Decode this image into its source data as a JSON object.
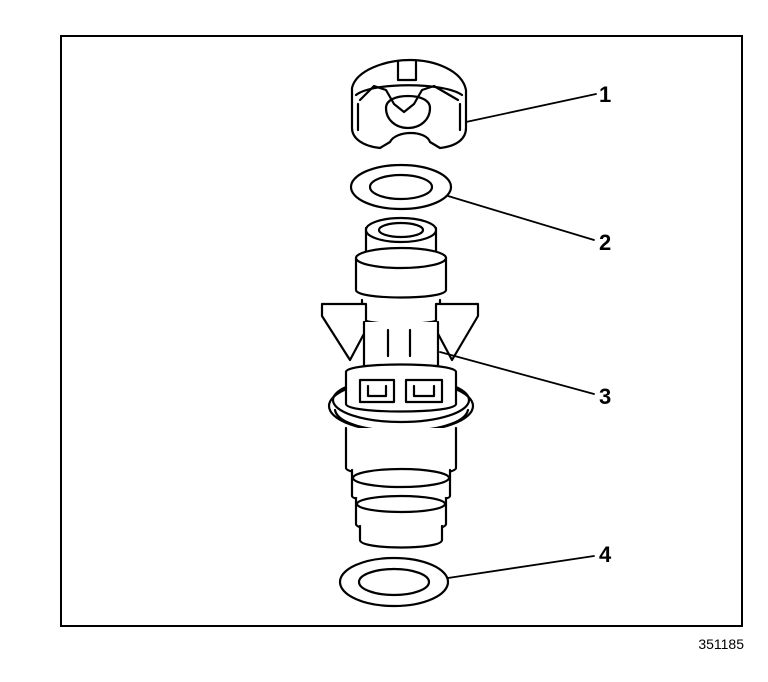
{
  "figure": {
    "callouts": [
      {
        "id": 1,
        "label": "1",
        "part": "retainer-clip"
      },
      {
        "id": 2,
        "label": "2",
        "part": "upper-o-ring"
      },
      {
        "id": 3,
        "label": "3",
        "part": "fuel-injector"
      },
      {
        "id": 4,
        "label": "4",
        "part": "lower-o-ring"
      }
    ],
    "figure_number": "351185"
  },
  "colors": {
    "ink": "#000000",
    "paper": "#ffffff"
  }
}
